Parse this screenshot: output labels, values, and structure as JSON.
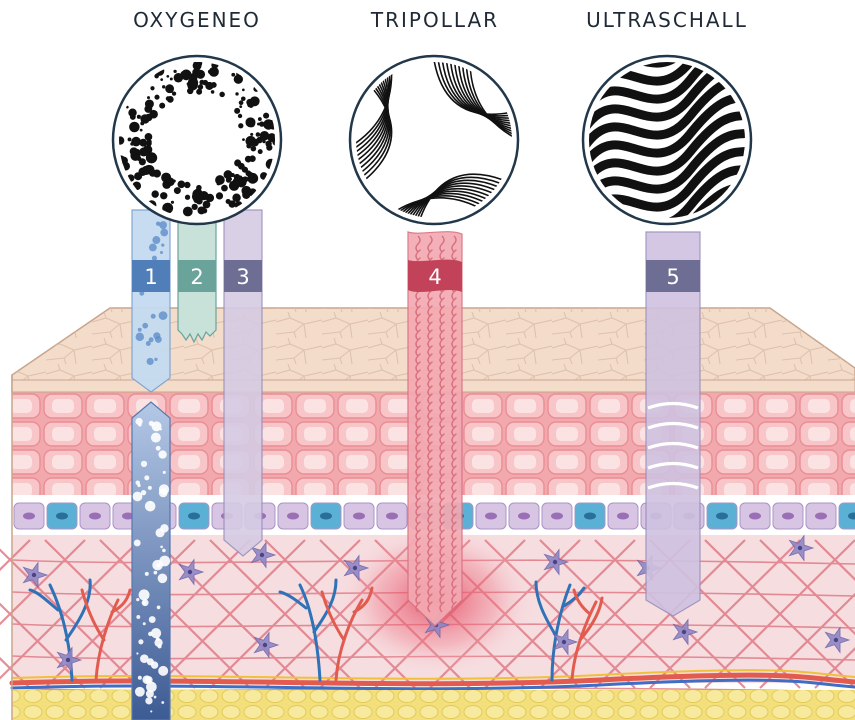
{
  "technologies": [
    {
      "title": "OXYGENEO",
      "icon": "bubbles-pattern-icon"
    },
    {
      "title": "TRIPOLLAR",
      "icon": "radiofrequency-pattern-icon"
    },
    {
      "title": "ULTRASCHALL",
      "icon": "wave-pattern-icon"
    }
  ],
  "steps": [
    {
      "number": "1",
      "color": "#4f7eb8"
    },
    {
      "number": "2",
      "color": "#6aa39a"
    },
    {
      "number": "3",
      "color": "#6e6d93"
    },
    {
      "number": "4",
      "color": "#c2425a"
    },
    {
      "number": "5",
      "color": "#6e6d93"
    }
  ],
  "layers": [
    {
      "name": "epidermis-surface",
      "color": "#f4dccb"
    },
    {
      "name": "epidermis-cells",
      "color": "#f2a9ad"
    },
    {
      "name": "basal-layer",
      "color": "#c9b6d8"
    },
    {
      "name": "dermis",
      "color": "#f6dde0"
    },
    {
      "name": "subcutis",
      "color": "#f5e48a"
    }
  ]
}
